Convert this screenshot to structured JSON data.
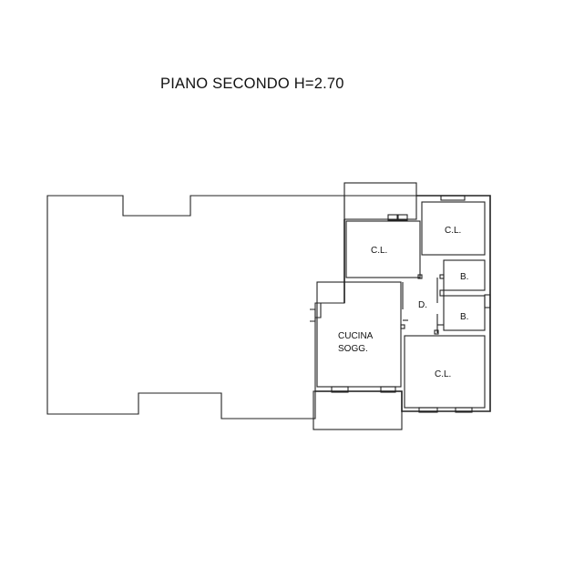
{
  "title": "PIANO SECONDO H=2.70",
  "rooms": {
    "cl_top_right": "C.L.",
    "cl_center": "C.L.",
    "bath_upper": "B.",
    "bath_lower": "B.",
    "disimpegno": "D.",
    "cucina_line1": "CUCINA",
    "cucina_line2": "SOGG.",
    "cl_bottom_right": "C.L."
  }
}
